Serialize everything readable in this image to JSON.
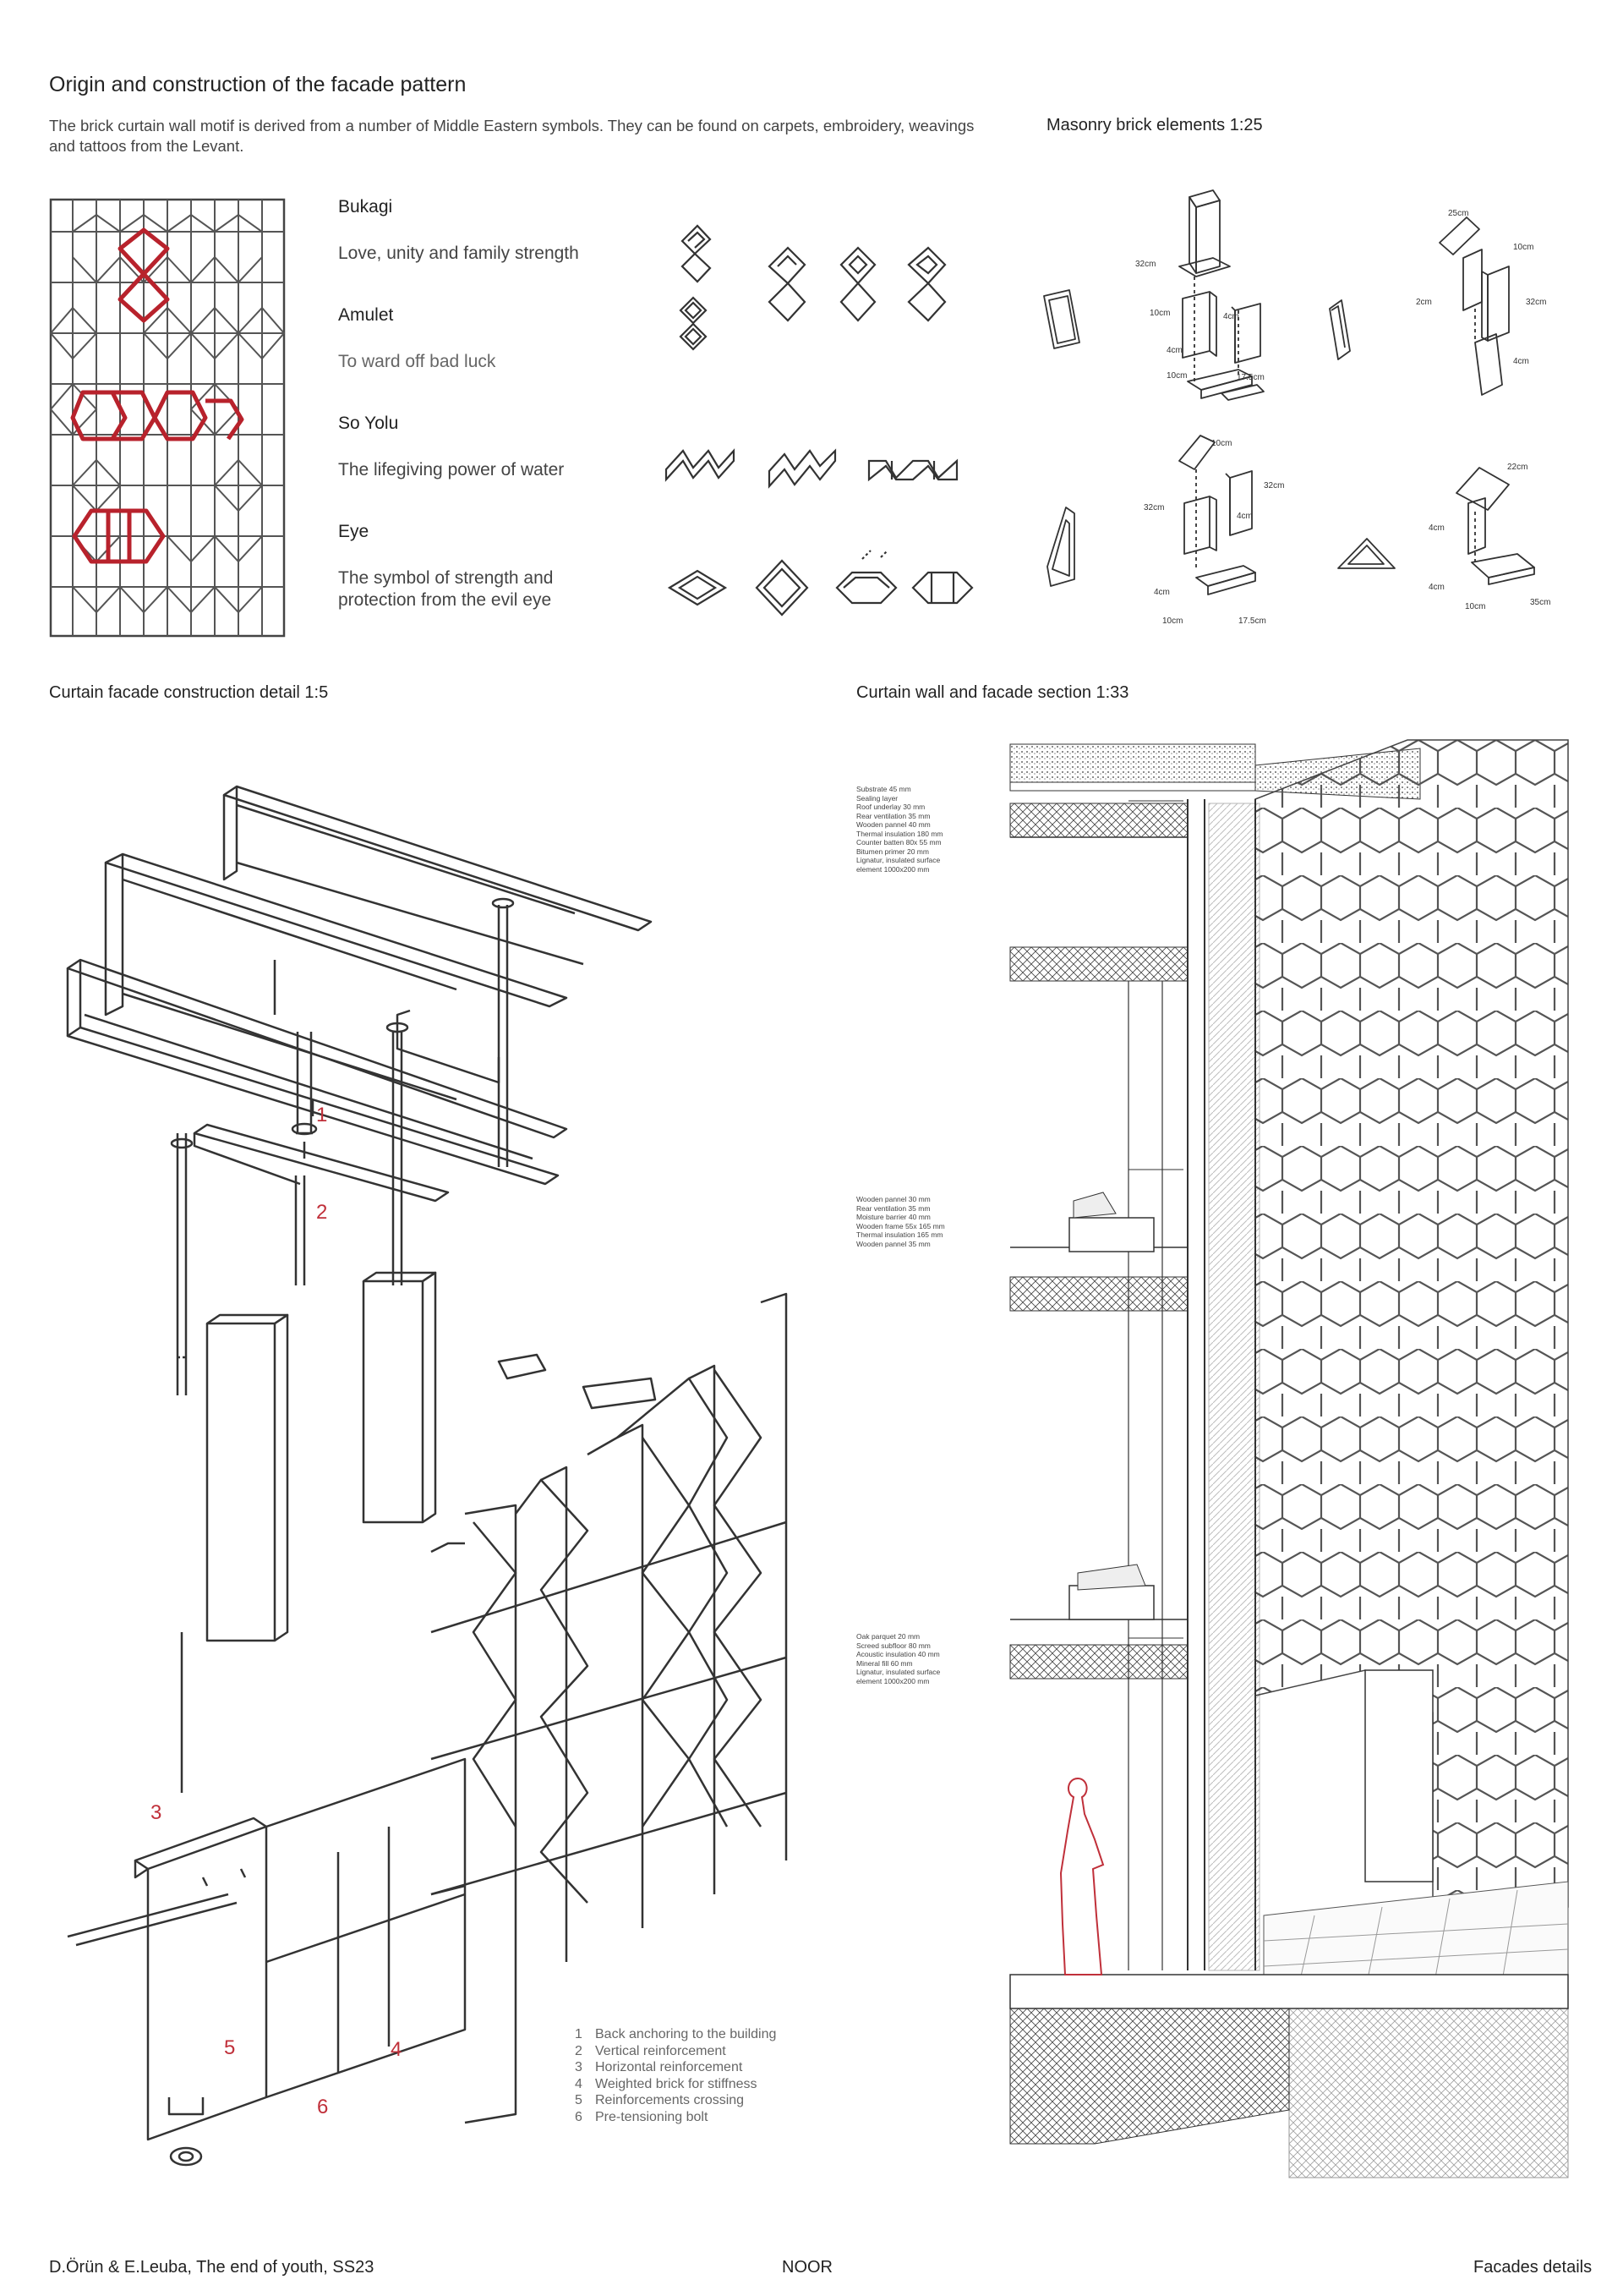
{
  "header": {
    "title": "Origin and construction of the facade pattern",
    "intro": "The brick curtain wall motif is derived from a number of Middle Eastern symbols. They can be found on carpets, embroidery, weavings and tattoos from the Levant."
  },
  "motifs": [
    {
      "name": "Bukagi",
      "description": "Love, unity and family strength"
    },
    {
      "name": "Amulet",
      "description": "To ward off bad luck"
    },
    {
      "name": "So Yolu",
      "description": "The lifegiving power of water"
    },
    {
      "name": "Eye",
      "description": "The symbol of strength and protection from the evil eye"
    }
  ],
  "sections": {
    "masonry": "Masonry brick elements 1:25",
    "construction_detail": "Curtain facade construction detail 1:5",
    "wall_section": "Curtain wall and facade section 1:33"
  },
  "masonry_dims": {
    "d32": "32cm",
    "d10": "10cm",
    "d4": "4cm",
    "d17": "17.5cm",
    "d2": "2cm",
    "d25": "25cm",
    "d35": "35cm",
    "d22": "22cm"
  },
  "detail_labels": [
    "1",
    "2",
    "3",
    "4",
    "5",
    "6"
  ],
  "legend": [
    {
      "n": "1",
      "text": "Back anchoring to the building"
    },
    {
      "n": "2",
      "text": "Vertical reinforcement"
    },
    {
      "n": "3",
      "text": "Horizontal reinforcement"
    },
    {
      "n": "4",
      "text": "Weighted brick for stiffness"
    },
    {
      "n": "5",
      "text": "Reinforcements crossing"
    },
    {
      "n": "6",
      "text": "Pre-tensioning bolt"
    }
  ],
  "section_notes": {
    "roof": [
      "Substrate 45 mm",
      "Sealing layer",
      "Roof underlay 30 mm",
      "Rear ventilation 35 mm",
      "Wooden pannel 40 mm",
      "Thermal insulation 180 mm",
      "Counter batten 80x 55 mm",
      "Bitumen primer 20 mm",
      "Lignatur, insulated surface",
      "element 1000x200 mm"
    ],
    "wall": [
      "Wooden pannel 30 mm",
      "Rear ventilation 35 mm",
      "Moisture barrier 40 mm",
      "Wooden frame 55x 165 mm",
      "Thermal insulation 165 mm",
      "Wooden pannel 35 mm"
    ],
    "floor": [
      "Oak parquet 20 mm",
      "Screed subfloor 80 mm",
      "Acoustic insulation 40 mm",
      "Mineral fill 60 mm",
      "Lignatur, insulated surface",
      "element 1000x200 mm"
    ]
  },
  "footer": {
    "left": "D.Örün & E.Leuba, The end of youth, SS23",
    "center": "NOOR",
    "right": "Facades details"
  },
  "colors": {
    "accent": "#b8222c",
    "line": "#333333"
  }
}
